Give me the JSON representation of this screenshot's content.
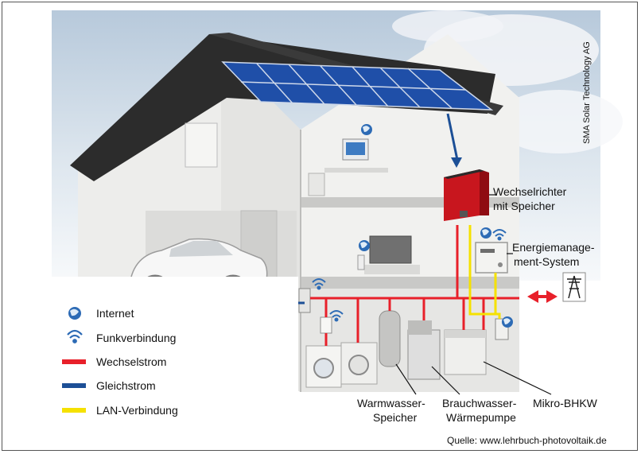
{
  "copyright": "SMA Solar Technology AG",
  "source": "Quelle: www.lehrbuch-photovoltaik.de",
  "labels": {
    "inverter_line1": "Wechselrichter",
    "inverter_line2": "mit Speicher",
    "ems_line1": "Energiemanage-",
    "ems_line2": "ment-System",
    "hotwater_line1": "Warmwasser-",
    "hotwater_line2": "Speicher",
    "heatpump_line1": "Brauchwasser-",
    "heatpump_line2": "Wärmepumpe",
    "chp": "Mikro-BHKW"
  },
  "legend": [
    {
      "label": "Internet",
      "symbol": "globe-icon"
    },
    {
      "label": "Funkverbindung",
      "symbol": "wifi-icon"
    },
    {
      "label": "Wechselstrom",
      "symbol": "line",
      "color": "#e8202a"
    },
    {
      "label": "Gleichstrom",
      "symbol": "line",
      "color": "#1c4f96"
    },
    {
      "label": "LAN-Verbindung",
      "symbol": "line",
      "color": "#f5e100"
    }
  ],
  "colors": {
    "ac": "#e8202a",
    "dc": "#1c4f96",
    "lan": "#f5e100"
  }
}
